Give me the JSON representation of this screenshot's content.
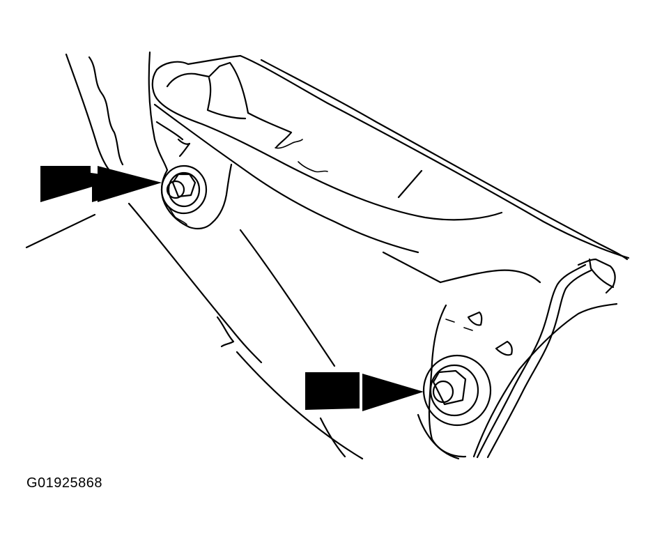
{
  "caption": "G01925868",
  "colors": {
    "ink": "#000000",
    "paper": "#ffffff"
  },
  "callouts": [
    {
      "name": "upper-bolt-arrow",
      "points_to": "upper-mounting-bolt"
    },
    {
      "name": "lower-bolt-arrow",
      "points_to": "lower-mounting-bolt"
    }
  ]
}
